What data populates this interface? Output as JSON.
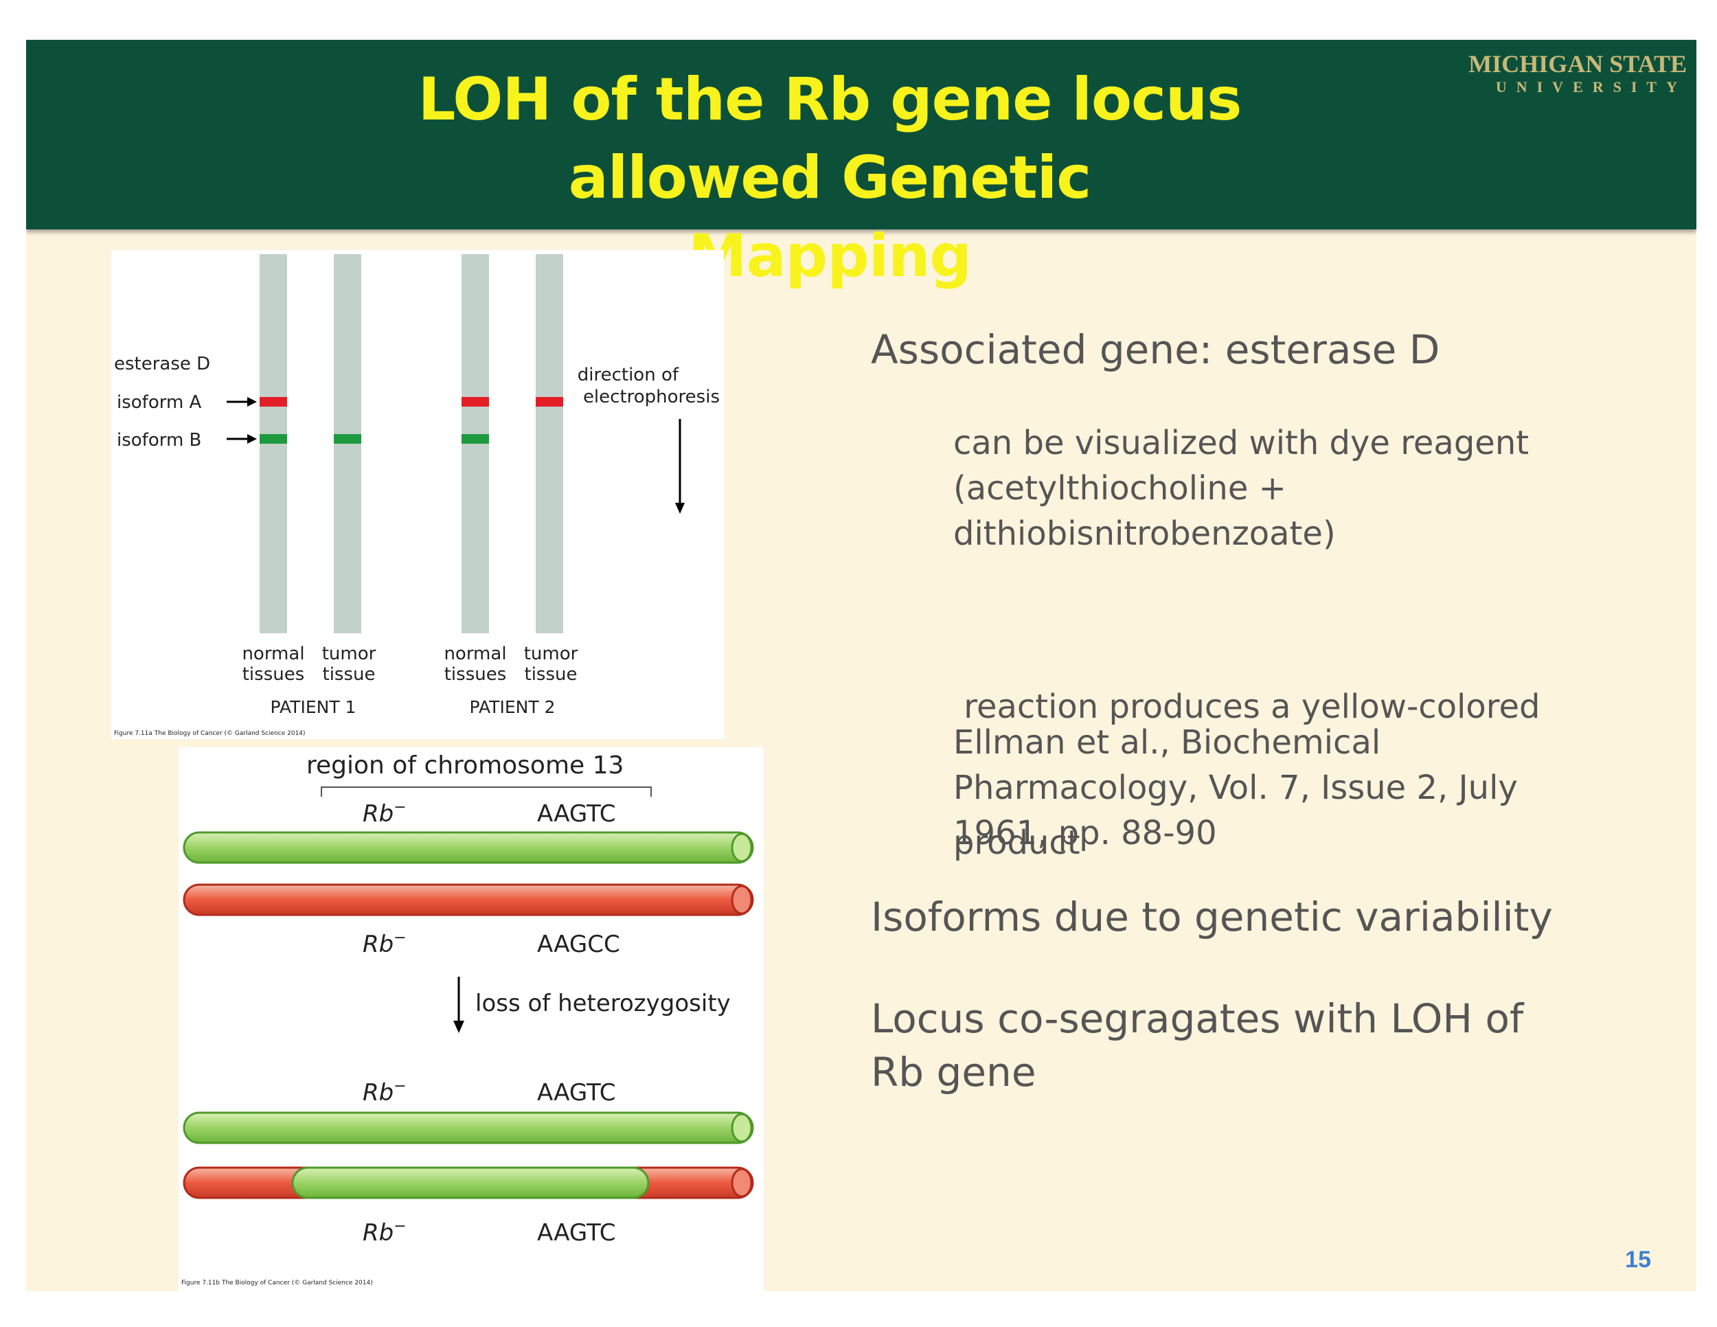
{
  "slide": {
    "title_line1": "LOH of the Rb gene locus",
    "title_line2": "allowed Genetic Mapping",
    "logo_line1": "MICHIGAN STATE",
    "logo_line2": "UNIVERSITY",
    "page_number": "15"
  },
  "figure_a": {
    "label_esterase": "esterase D",
    "label_isoform_a": "isoform A",
    "label_isoform_b": "isoform B",
    "direction_1": "direction of",
    "direction_2": "electrophoresis",
    "lane_normal_1": "normal",
    "lane_normal_2": "tissues",
    "lane_tumor_1": "tumor",
    "lane_tumor_2": "tissue",
    "patient1": "PATIENT 1",
    "patient2": "PATIENT 2",
    "caption": "Figure 7.11a The Biology of Cancer (© Garland Science 2014)",
    "colors": {
      "lane": "#c3d1cb",
      "isoform_a": "#e41e26",
      "isoform_b": "#1e9a3e"
    }
  },
  "figure_b": {
    "region_label": "region of chromosome 13",
    "rb_label": "Rb",
    "rb_sup": "−",
    "seq1": "AAGTC",
    "seq2": "AAGCC",
    "seq3": "AAGTC",
    "seq4": "AAGTC",
    "loh_label": "loss of heterozygosity",
    "caption": "Figure 7.11b The Biology of Cancer (© Garland Science 2014)",
    "colors": {
      "green": "#8fcf5a",
      "red": "#e8503c"
    }
  },
  "text": {
    "h1": "Associated gene: esterase D",
    "p1_line1": "can be visualized with dye reagent",
    "p1_line2": "(acetylthiocholine +",
    "p1_line3": "dithiobisnitrobenzoate)",
    "p2_line1": " reaction produces a yellow-colored",
    "p2_line2": "product",
    "p3_line1": "Ellman et al., Biochemical",
    "p3_line2": "Pharmacology, Vol. 7, Issue 2, July",
    "p3_line3": "1961, pp. 88-90",
    "h2": "Isoforms due to genetic variability",
    "h3_line1": "Locus co-segragates with LOH of",
    "h3_line2": "Rb gene"
  }
}
